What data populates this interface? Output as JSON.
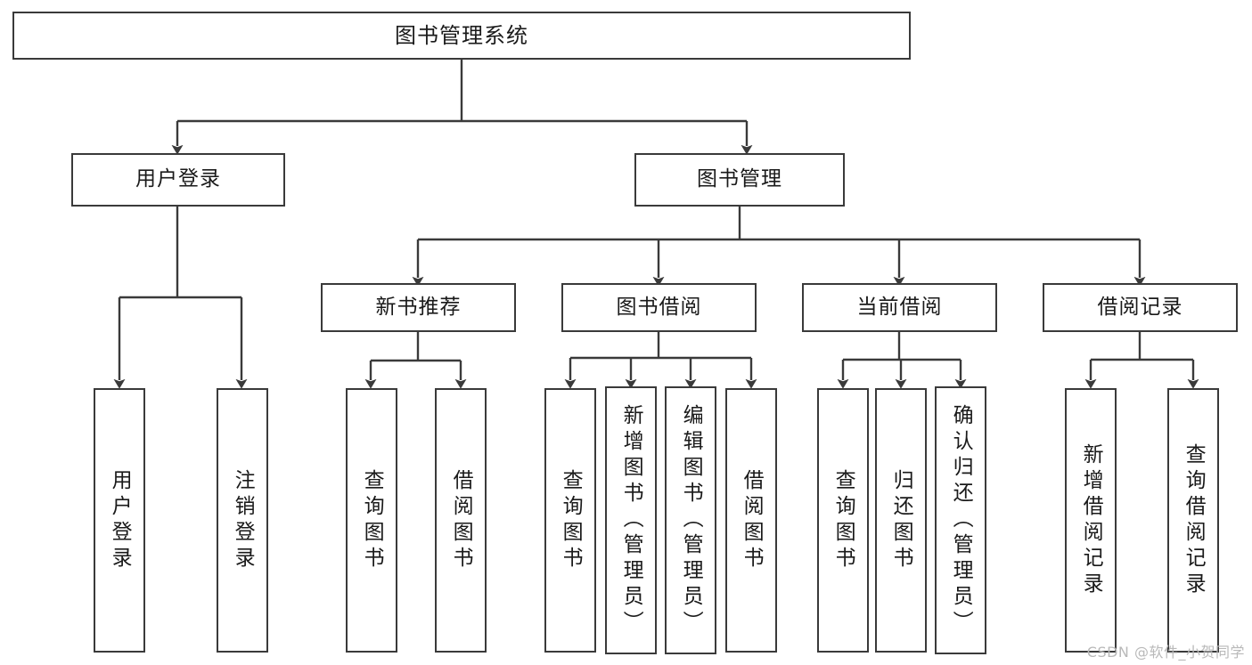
{
  "diagram": {
    "title": "图书管理系统",
    "type": "tree-hierarchy-diagram",
    "colors": {
      "stroke": "#3a3a3a",
      "fill": "#ffffff",
      "text": "#1a1a1a",
      "watermark": "#b9b9b9"
    },
    "root": {
      "label": "图书管理系统"
    },
    "level1": [
      {
        "label": "用户登录"
      },
      {
        "label": "图书管理"
      }
    ],
    "level2": [
      {
        "label": "新书推荐"
      },
      {
        "label": "图书借阅"
      },
      {
        "label": "当前借阅"
      },
      {
        "label": "借阅记录"
      }
    ],
    "leaves": {
      "user_login": [
        {
          "label": "用户登录"
        },
        {
          "label": "注销登录"
        }
      ],
      "new_book_recommend": [
        {
          "label": "查询图书"
        },
        {
          "label": "借阅图书"
        }
      ],
      "book_borrow": [
        {
          "label": "查询图书"
        },
        {
          "label": "新增图书（管理员）"
        },
        {
          "label": "编辑图书（管理员）"
        },
        {
          "label": "借阅图书"
        }
      ],
      "current_borrow": [
        {
          "label": "查询图书"
        },
        {
          "label": "归还图书"
        },
        {
          "label": "确认归还（管理员）"
        }
      ],
      "borrow_record": [
        {
          "label": "新增借阅记录"
        },
        {
          "label": "查询借阅记录"
        }
      ]
    }
  },
  "watermark": {
    "text": "CSDN @软件_小贺同学"
  }
}
